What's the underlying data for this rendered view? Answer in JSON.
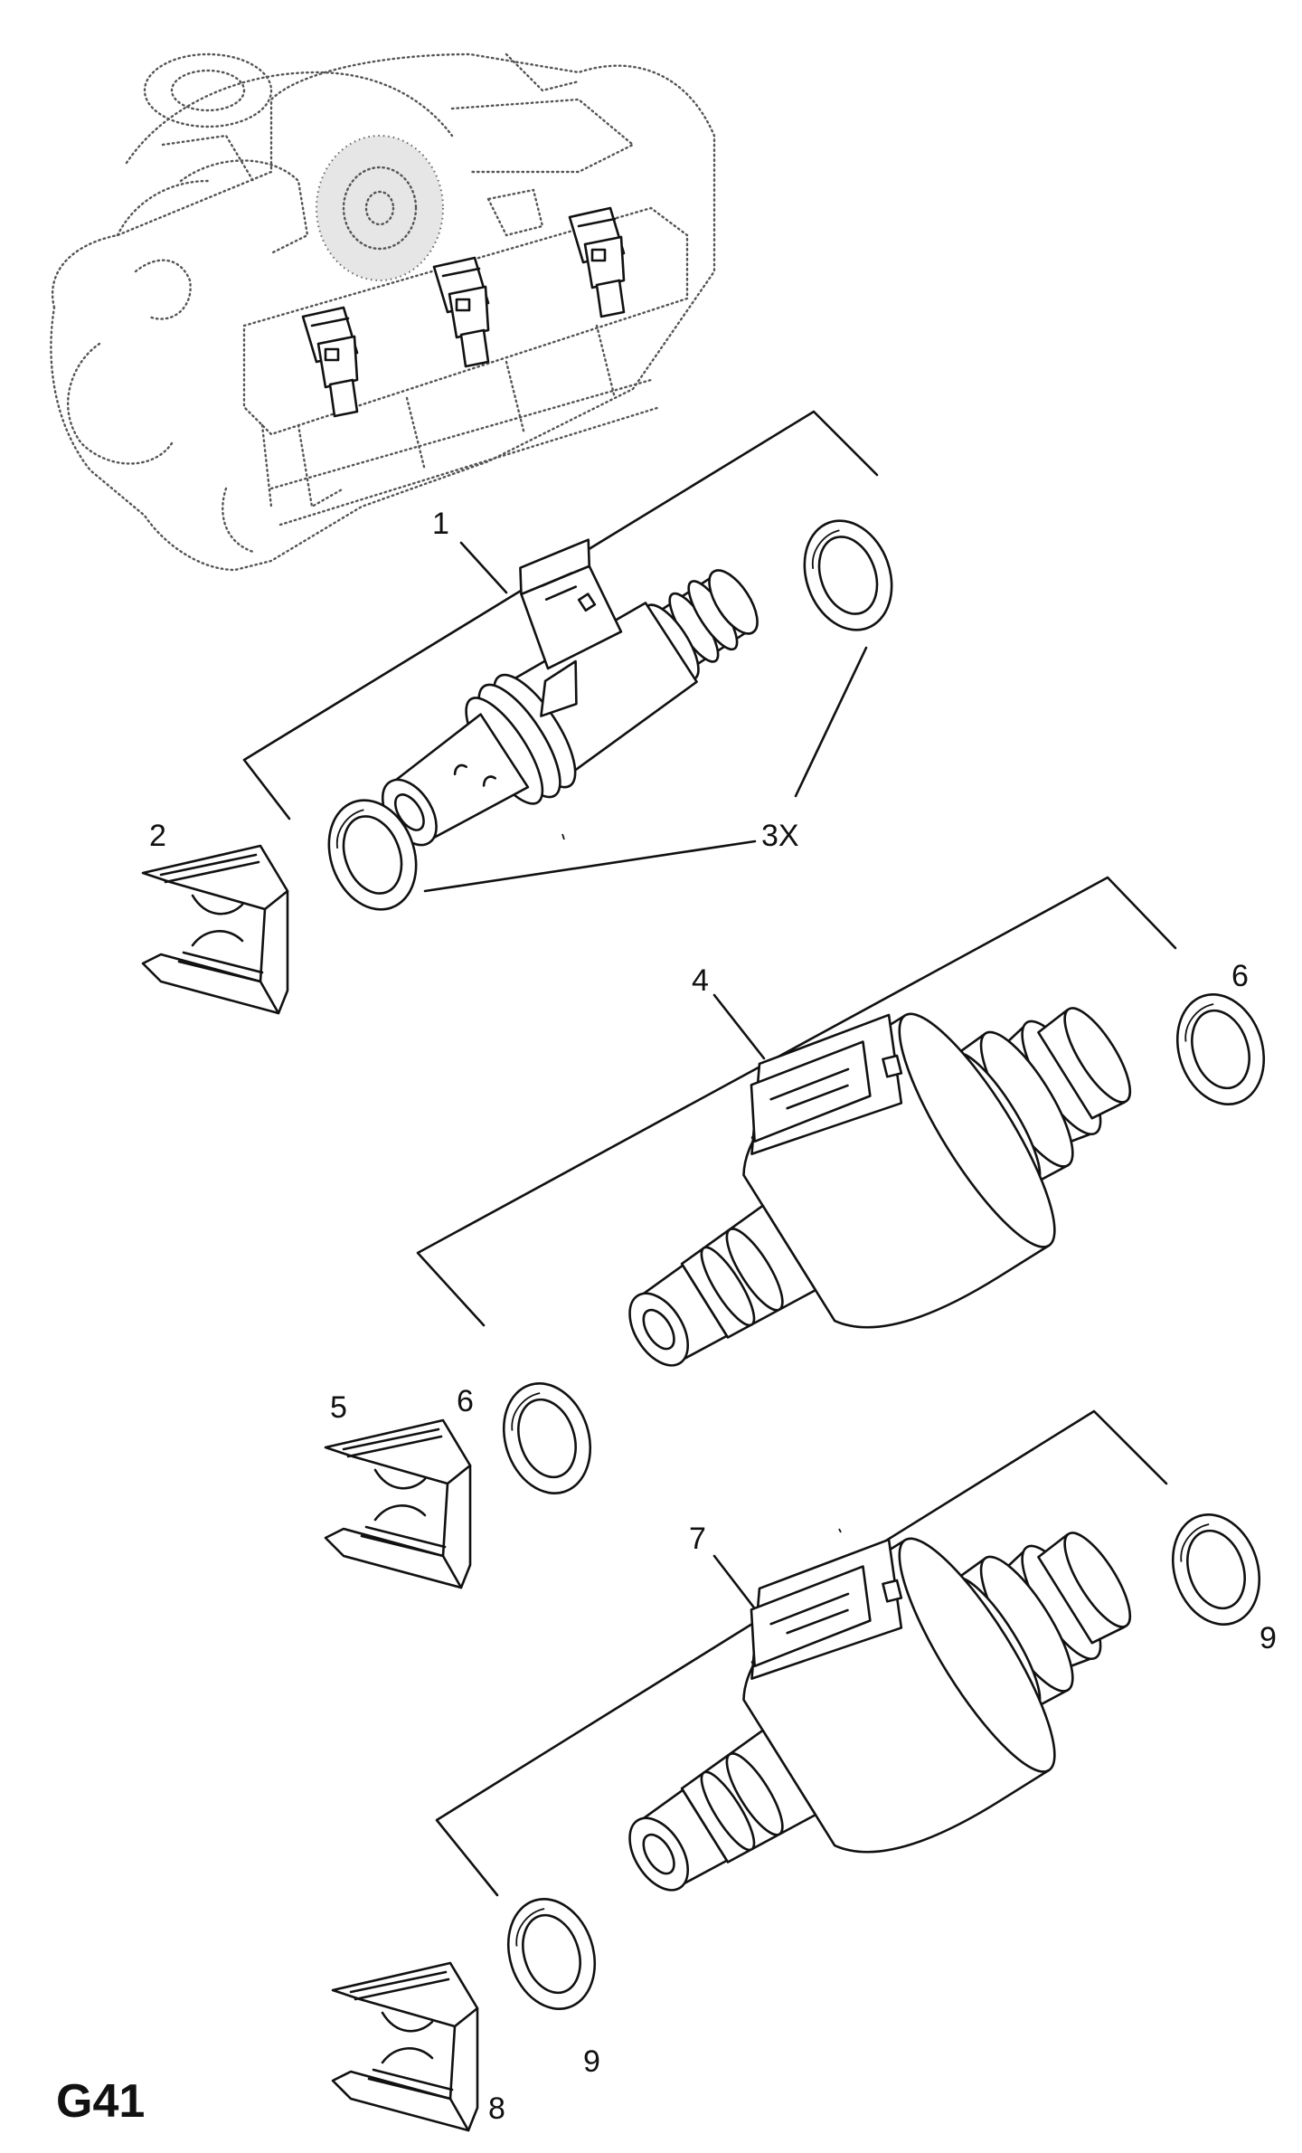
{
  "diagram_code": "G41",
  "callouts": {
    "c1": "1",
    "c2": "2",
    "c3": "3X",
    "c4": "4",
    "c5": "5",
    "c6a": "6",
    "c6b": "6",
    "c7": "7",
    "c8": "8",
    "c9a": "9",
    "c9b": "9"
  }
}
